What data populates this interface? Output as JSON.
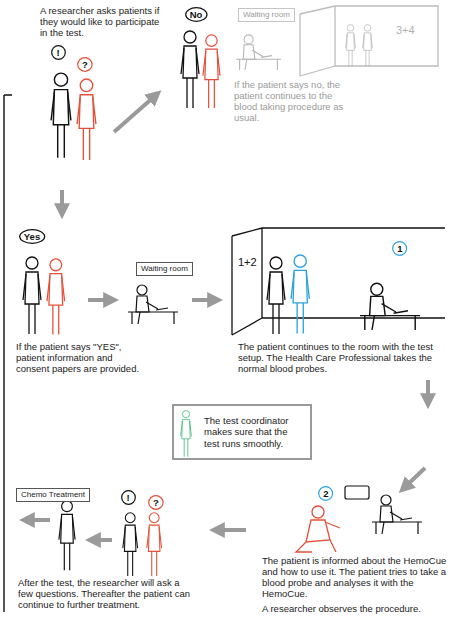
{
  "diagram": {
    "nodes": [
      {
        "text": [
          "!"
        ]
      },
      {
        "text": [
          "?"
        ]
      },
      {
        "text": [
          "No"
        ]
      },
      {
        "text": [
          "Waiting room"
        ]
      },
      {
        "text": [
          "Yes"
        ]
      },
      {
        "text": [
          "Waiting room"
        ]
      },
      {
        "text": [
          "1"
        ]
      },
      {
        "text": [
          "The test coordinator makes sure that the test runs smoothly."
        ]
      },
      {
        "text": [
          "Chemo Treatment"
        ]
      },
      {
        "text": [
          "!"
        ]
      },
      {
        "text": [
          "?"
        ]
      },
      {
        "text": [
          "2"
        ]
      }
    ],
    "labels": [
      "A researcher asks patients if they would like to participate in the test.",
      "If the patient says no, the patient continues to the blood taking procedure as usual.",
      "3+4",
      "1+2",
      "If the patient says \"YES\", patient information and consent papers are provided.",
      "The patient continues to the room with the test setup. The Health Care Professional takes the normal blood probes.",
      "The patient is informed about the HemoCue and how to use it. The patient tries to take a blood probe and analyses it with the HemoCue.",
      "A researcher observes the procedure.",
      "After the test, the researcher will ask a few questions. Thereafter the patient can continue to further treatment."
    ]
  }
}
